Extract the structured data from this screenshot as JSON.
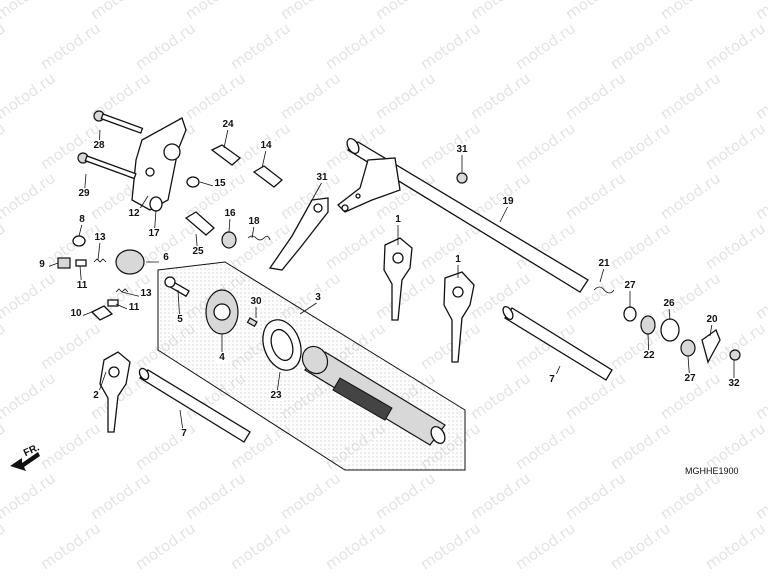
{
  "watermark": "motod.ru",
  "diagram_code": "MGHHE1900",
  "front_indicator": "FR.",
  "callouts": [
    "1",
    "1",
    "2",
    "3",
    "4",
    "5",
    "6",
    "7",
    "7",
    "8",
    "9",
    "10",
    "11",
    "11",
    "12",
    "13",
    "13",
    "14",
    "15",
    "16",
    "17",
    "18",
    "19",
    "20",
    "21",
    "22",
    "23",
    "24",
    "25",
    "26",
    "27",
    "27",
    "28",
    "29",
    "30",
    "31",
    "31",
    "32"
  ]
}
